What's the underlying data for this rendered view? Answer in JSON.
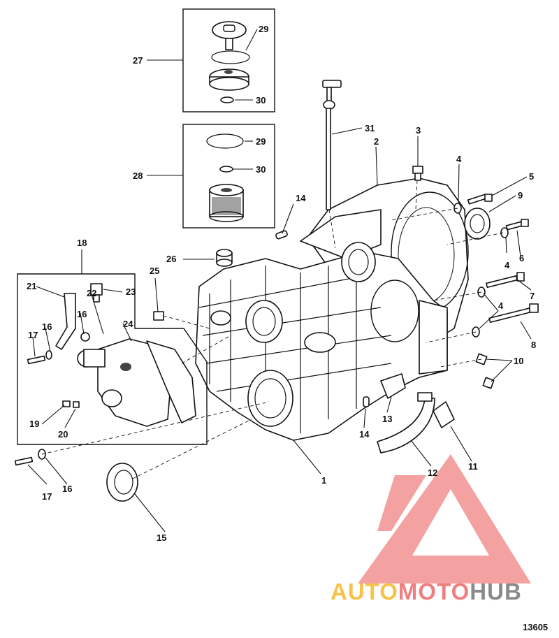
{
  "diagram": {
    "figure_code": "13605",
    "callouts": [
      "1",
      "2",
      "3",
      "4",
      "4",
      "4",
      "5",
      "6",
      "7",
      "8",
      "9",
      "10",
      "11",
      "12",
      "13",
      "14",
      "14",
      "15",
      "16",
      "16",
      "16",
      "17",
      "17",
      "18",
      "19",
      "20",
      "21",
      "22",
      "23",
      "24",
      "25",
      "26",
      "27",
      "28",
      "29",
      "29",
      "30",
      "30",
      "31"
    ]
  },
  "watermark": {
    "text_a": "AUTO",
    "text_b": "MOTO",
    "text_c": "HUB",
    "colors": {
      "auto": "#f6c24a",
      "moto": "#ef7f7f",
      "hub": "#8a8a8a",
      "triangle": "#f19090"
    }
  }
}
